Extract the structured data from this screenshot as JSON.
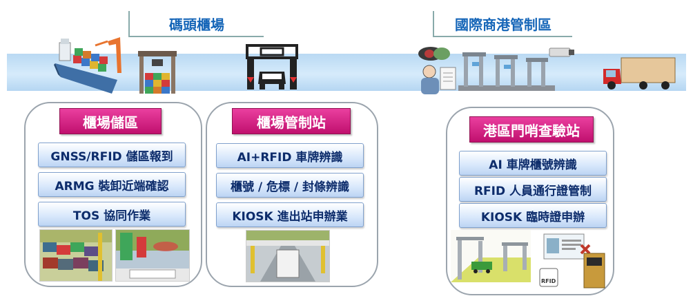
{
  "headers": {
    "left": "碼頭櫃場",
    "right": "國際商港管制區"
  },
  "panels": {
    "yard": {
      "title": "櫃場儲區",
      "items": [
        "GNSS/RFID 儲區報到",
        "ARMG 裝卸近端確認",
        "TOS 協同作業"
      ]
    },
    "control": {
      "title": "櫃場管制站",
      "items": [
        "AI+RFID 車牌辨識",
        "櫃號 / 危標 / 封條辨識",
        "KIOSK 進出站申辦業"
      ]
    },
    "gate": {
      "title": "港區門哨查驗站",
      "items": [
        "AI 車牌櫃號辨識",
        "RFID 人員通行證管制",
        "KIOSK 臨時證申辦"
      ]
    }
  },
  "labels": {
    "rfid_tag": "RFID"
  },
  "colors": {
    "title_accent": "#1666b8",
    "panel_title_bg": "#d41a82",
    "item_text": "#0d2c6b",
    "band": "#c7e2f8"
  },
  "icons": [
    "container-ship-icon",
    "crane-icon",
    "gate-icon",
    "truck-icon",
    "camera-icon",
    "portal-icon"
  ]
}
